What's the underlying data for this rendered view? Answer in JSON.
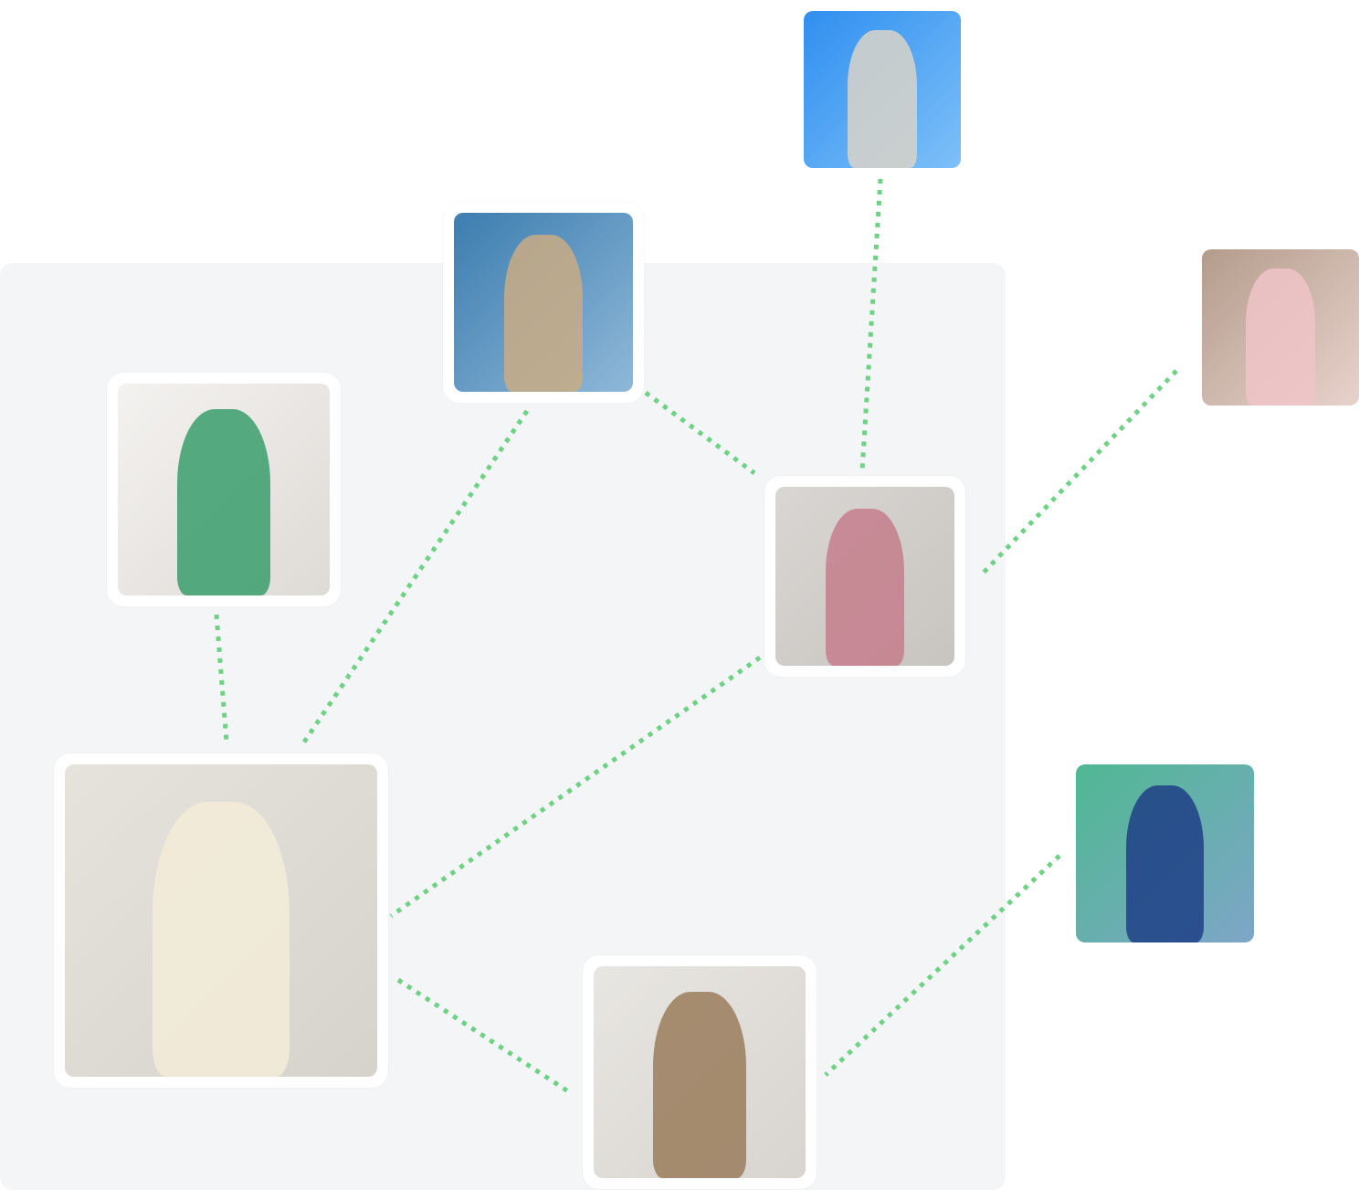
{
  "diagram": {
    "link_color": "#6fd184",
    "panel_color": "#f3f5f7",
    "nodes": [
      {
        "id": "coat",
        "bg": [
          "#2f8ff0",
          "#7ec0f8"
        ],
        "accent": "#d9d4c8",
        "framed": false
      },
      {
        "id": "bucket-hat",
        "bg": [
          "#3c7db0",
          "#8fb8d8"
        ],
        "accent": "#c9ab84",
        "framed": true
      },
      {
        "id": "green-pants",
        "bg": [
          "#f4f2f0",
          "#dedad6"
        ],
        "accent": "#3a9e6c",
        "framed": true
      },
      {
        "id": "fringe-skirt",
        "bg": [
          "#d9d6d3",
          "#c8c4c0"
        ],
        "accent": "#c47e8c",
        "framed": true
      },
      {
        "id": "heels",
        "bg": [
          "#b49c8c",
          "#e8d2cc"
        ],
        "accent": "#f0c4c8",
        "framed": false
      },
      {
        "id": "pleated-dress",
        "bg": [
          "#e6e2dc",
          "#d6d2cc"
        ],
        "accent": "#f3ecd8",
        "framed": true
      },
      {
        "id": "suede-jacket",
        "bg": [
          "#e8e6e2",
          "#d8d4d0"
        ],
        "accent": "#9a7d5c",
        "framed": true
      },
      {
        "id": "handbag",
        "bg": [
          "#4fb892",
          "#7ea6c8"
        ],
        "accent": "#1f3f86",
        "framed": false
      }
    ],
    "links": [
      [
        "coat",
        "fringe-skirt"
      ],
      [
        "bucket-hat",
        "fringe-skirt"
      ],
      [
        "bucket-hat",
        "pleated-dress"
      ],
      [
        "green-pants",
        "pleated-dress"
      ],
      [
        "heels",
        "fringe-skirt"
      ],
      [
        "fringe-skirt",
        "pleated-dress"
      ],
      [
        "pleated-dress",
        "suede-jacket"
      ],
      [
        "handbag",
        "suede-jacket"
      ]
    ]
  }
}
